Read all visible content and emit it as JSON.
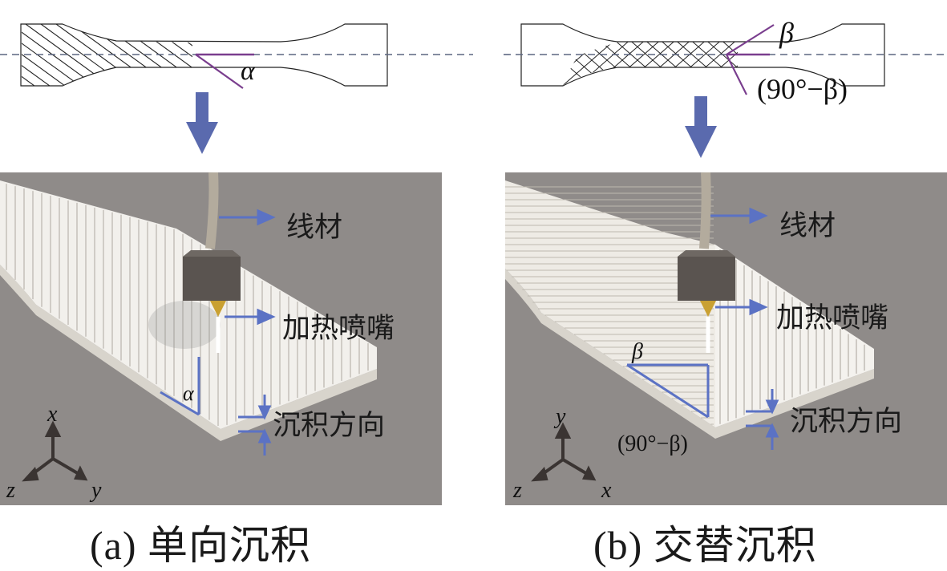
{
  "figure": {
    "panel_a": {
      "caption": "(a) 单向沉积",
      "angle_symbol": "α",
      "scene_angle_symbol": "α",
      "labels": {
        "filament": "线材",
        "nozzle": "加热喷嘴",
        "deposition_direction": "沉积方向"
      },
      "axes": {
        "up": "x",
        "left": "z",
        "right": "y"
      }
    },
    "panel_b": {
      "caption": "(b) 交替沉积",
      "angle_symbol": "β",
      "complement_angle": "(90°−β)",
      "scene_angle_symbol": "β",
      "scene_complement_angle": "(90°−β)",
      "labels": {
        "filament": "线材",
        "nozzle": "加热喷嘴",
        "deposition_direction": "沉积方向"
      },
      "axes": {
        "up": "y",
        "left": "z",
        "right": "x"
      }
    },
    "colors": {
      "arrow_blue": "#5a6aae",
      "annotation_blue": "#5b72c4",
      "angle_purple": "#7a3e8e",
      "centerline": "#5c6680",
      "scene_background": "#8f8b89",
      "filament_white": "#f2f0ec",
      "nozzle_block": "#55504c",
      "nozzle_tip": "#c9a032"
    }
  }
}
